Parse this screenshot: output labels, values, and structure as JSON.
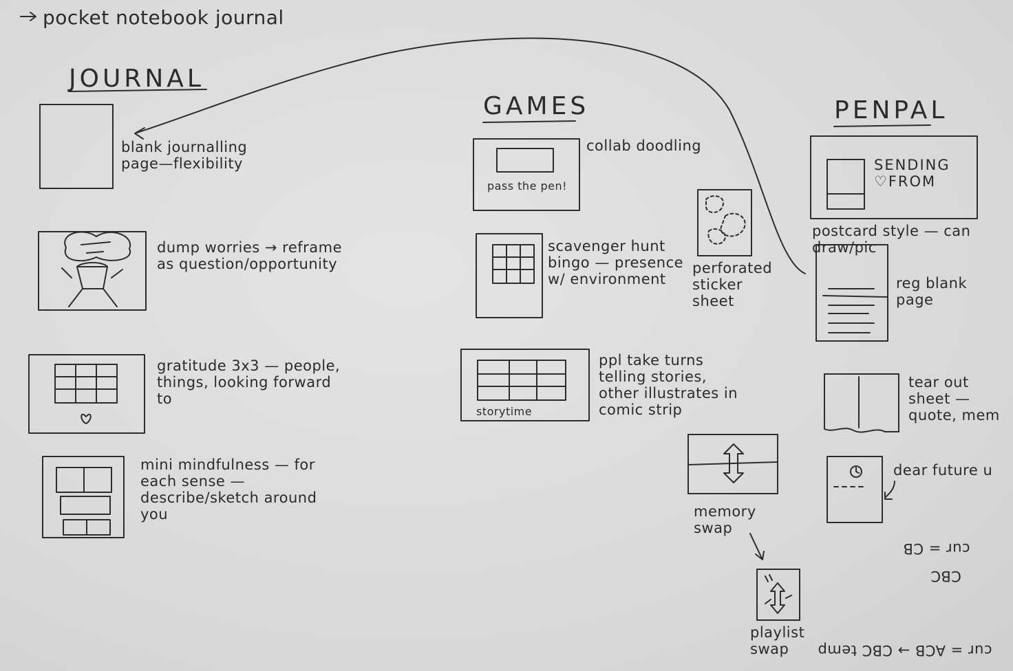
{
  "header": "pocket notebook journal",
  "sections": {
    "journal": "JOURNAL",
    "games": "GAMES",
    "penpal": "PENPAL"
  },
  "journal_items": [
    "blank journalling page—flexibility",
    "dump worries → reframe as question/opportunity",
    "gratitude 3x3 — people, things, looking forward to",
    "mini mindfulness — for each sense — describe/sketch around you"
  ],
  "games_items": [
    "collab doodling",
    "pass the pen!",
    "scavenger hunt bingo — presence w/ environment",
    "perforated sticker sheet",
    "ppl take turns telling stories, other illustrates in comic strip",
    "storytime",
    "memory swap",
    "playlist swap"
  ],
  "penpal_items": [
    "SENDING ♡FROM",
    "postcard style — can draw/pic",
    "reg blank page",
    "tear out sheet — quote, mem",
    "dear future u"
  ],
  "upside_down_notes": [
    "cur = CB",
    "CBC",
    "cur = ACB → CBC temp"
  ]
}
